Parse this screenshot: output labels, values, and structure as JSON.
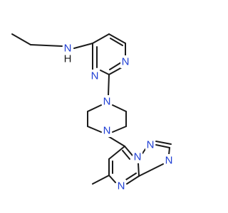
{
  "structure": {
    "colors": {
      "carbon_bond": "#1a1a1a",
      "nitrogen": "#1f3fd4"
    },
    "atoms": [
      {
        "id": "N_amine",
        "element": "N",
        "label": "N"
      },
      {
        "id": "H_amine",
        "element": "H",
        "label": "H"
      },
      {
        "id": "N_pyr1",
        "element": "N",
        "label": "N"
      },
      {
        "id": "N_pyr3",
        "element": "N",
        "label": "N"
      },
      {
        "id": "N_pip1",
        "element": "N",
        "label": "N"
      },
      {
        "id": "N_pip4",
        "element": "N",
        "label": "N"
      },
      {
        "id": "N_tp1",
        "element": "N",
        "label": "N"
      },
      {
        "id": "N_tp2",
        "element": "N",
        "label": "N"
      },
      {
        "id": "N_tp4",
        "element": "N",
        "label": "N"
      },
      {
        "id": "N_tp5",
        "element": "N",
        "label": "N"
      }
    ]
  }
}
